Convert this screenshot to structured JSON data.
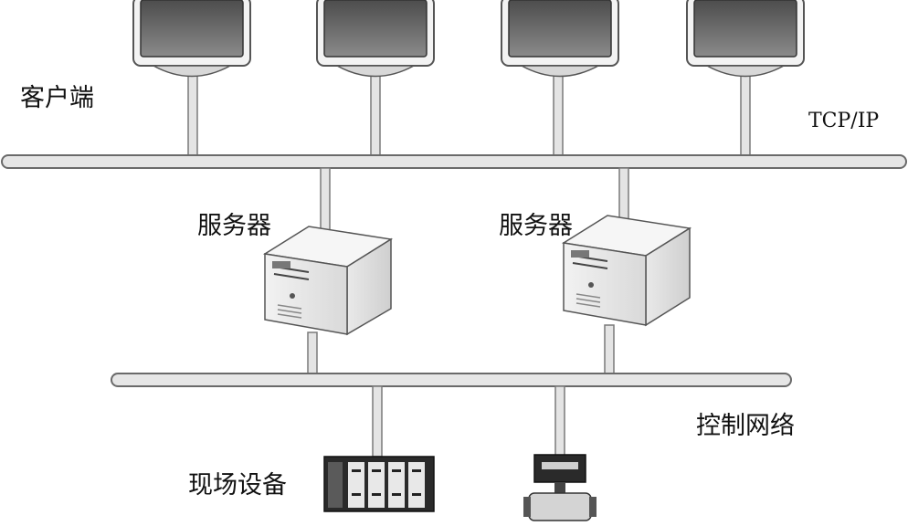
{
  "labels": {
    "client": "客户端",
    "tcpip": "TCP/IP",
    "server_1": "服务器",
    "server_2": "服务器",
    "control_network": "控制网络",
    "field_devices": "现场设备"
  },
  "components": {
    "monitors": [
      "monitor-icon",
      "monitor-icon",
      "monitor-icon",
      "monitor-icon"
    ],
    "servers": [
      "server-tower-icon",
      "server-tower-icon"
    ],
    "field": [
      "plc-rack-icon",
      "flowmeter-icon"
    ]
  },
  "colors": {
    "bus_fill": "#e6e6e6",
    "bus_stroke": "#6a6a6a",
    "screen": "#6f6f6f",
    "bezel": "#f0f0f0"
  }
}
